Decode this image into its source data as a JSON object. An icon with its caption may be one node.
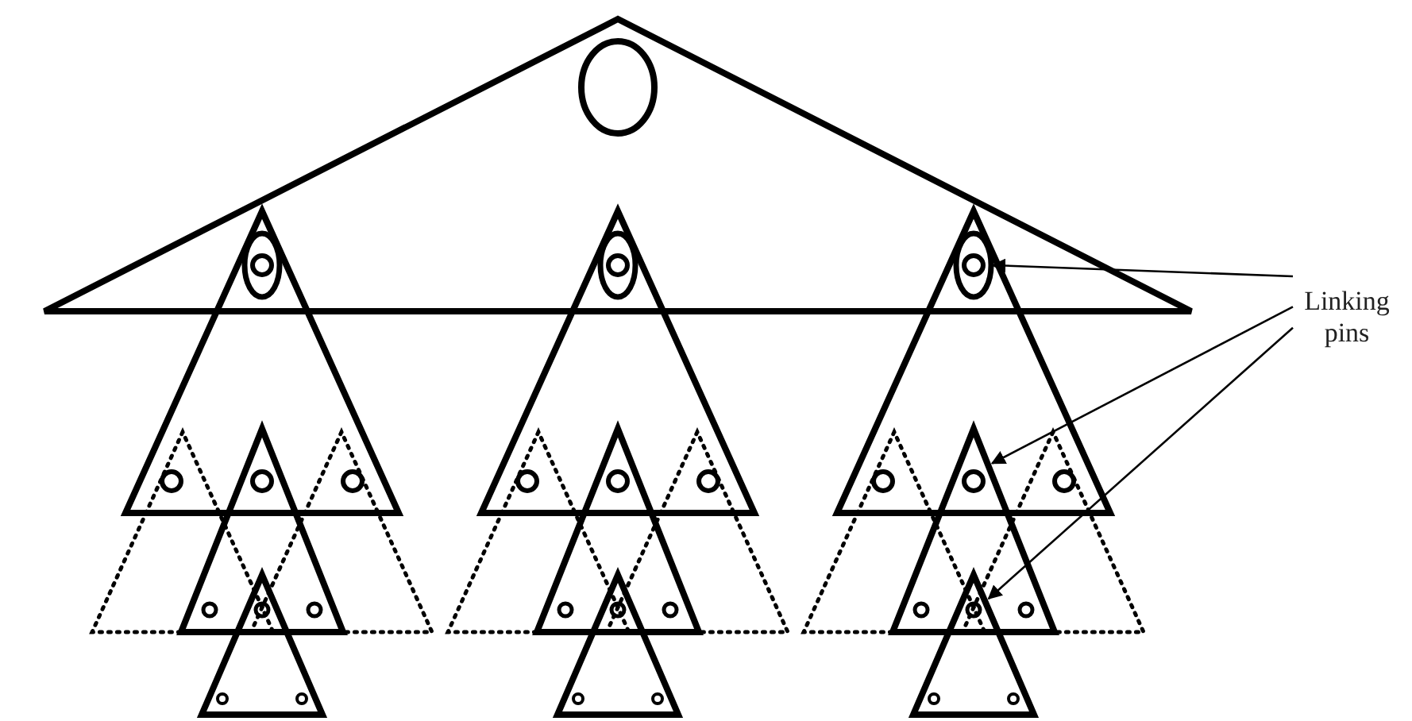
{
  "diagram": {
    "nodes": [
      {
        "text": [
          "Linking pins"
        ]
      },
      {
        "text": [],
        "shape": "circle"
      },
      {
        "text": [],
        "shape": "triangle"
      },
      {
        "text": [],
        "shape": "triangle"
      }
    ],
    "edges": [
      {
        "from": 0,
        "to": 1,
        "arrow": "to"
      },
      {
        "from": 0,
        "to": 2,
        "arrow": "to"
      },
      {
        "from": 0,
        "to": 3,
        "arrow": "to"
      }
    ]
  }
}
